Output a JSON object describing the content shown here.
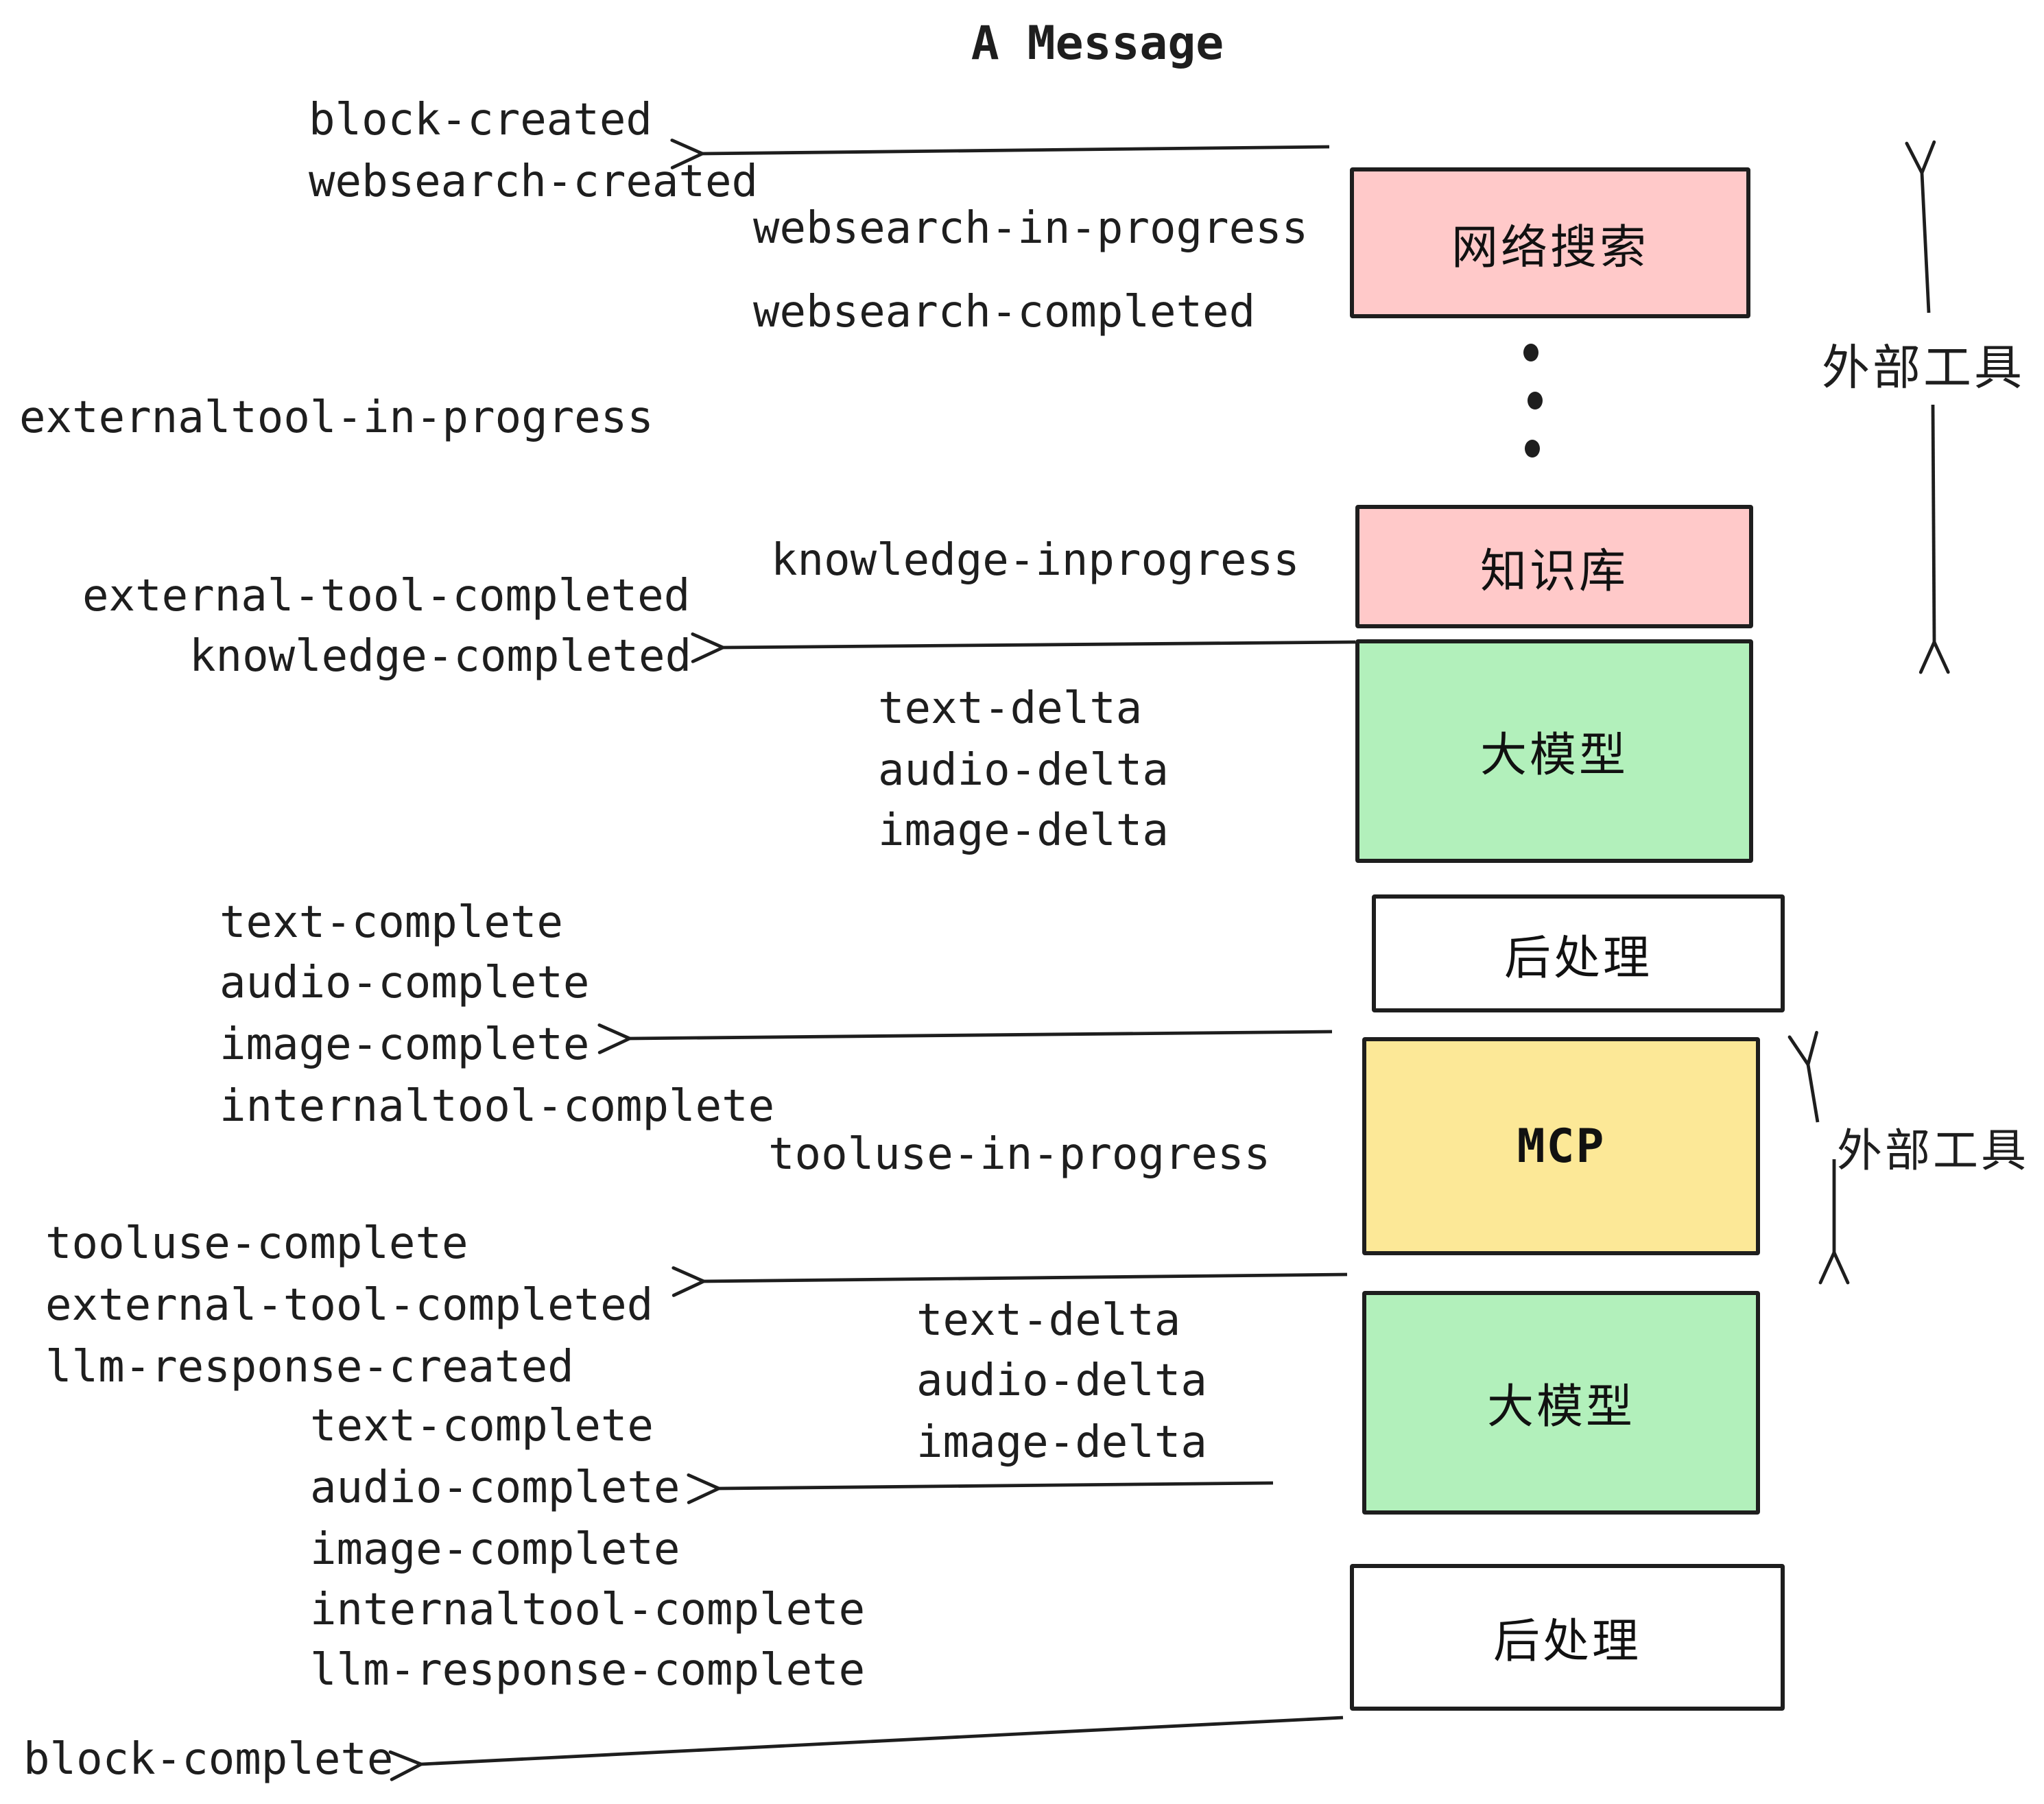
{
  "title": "A Message",
  "colors": {
    "ink": "#1e1e1e",
    "pink_fill": "#ffc9c9",
    "green_fill": "#b2f0bb",
    "yellow_fill": "#fce897",
    "white_fill": "#ffffff"
  },
  "boxes": [
    {
      "id": "websearch",
      "label": "网络搜索",
      "fill": "#ffc9c9"
    },
    {
      "id": "knowledge",
      "label": "知识库",
      "fill": "#ffc9c9"
    },
    {
      "id": "llm1",
      "label": "大模型",
      "fill": "#b2f0bb"
    },
    {
      "id": "post1",
      "label": "后处理",
      "fill": "#ffffff"
    },
    {
      "id": "mcp",
      "label": "MCP",
      "fill": "#fce897"
    },
    {
      "id": "llm2",
      "label": "大模型",
      "fill": "#b2f0bb"
    },
    {
      "id": "post2",
      "label": "后处理",
      "fill": "#ffffff"
    }
  ],
  "side_labels": [
    {
      "id": "external-tools-top",
      "text": "外部工具"
    },
    {
      "id": "external-tools-bottom",
      "text": "外部工具"
    }
  ],
  "events": {
    "block_created": "block-created",
    "websearch_created": "websearch-created",
    "websearch_in_progress": "websearch-in-progress",
    "websearch_completed": "websearch-completed",
    "externaltool_in_progress": "externaltool-in-progress",
    "knowledge_inprogress": "knowledge-inprogress",
    "external_tool_completed_1": "external-tool-completed",
    "knowledge_completed": "knowledge-completed",
    "text_delta_1": "text-delta",
    "audio_delta_1": "audio-delta",
    "image_delta_1": "image-delta",
    "text_complete_1": "text-complete",
    "audio_complete_1": "audio-complete",
    "image_complete_1": "image-complete",
    "internaltool_complete_1": "internaltool-complete",
    "tooluse_in_progress": "tooluse-in-progress",
    "tooluse_complete": "tooluse-complete",
    "external_tool_completed_2": "external-tool-completed",
    "llm_response_created": "llm-response-created",
    "text_delta_2": "text-delta",
    "audio_delta_2": "audio-delta",
    "image_delta_2": "image-delta",
    "text_complete_2": "text-complete",
    "audio_complete_2": "audio-complete",
    "image_complete_2": "image-complete",
    "internaltool_complete_2": "internaltool-complete",
    "llm_response_complete": "llm-response-complete",
    "block_complete": "block-complete"
  },
  "arrows": [
    {
      "name": "arrow-websearch-box-to-created-events",
      "direction": "left"
    },
    {
      "name": "arrow-llm1-to-knowledge-completed",
      "direction": "left"
    },
    {
      "name": "arrow-mcp-to-image-complete",
      "direction": "left"
    },
    {
      "name": "arrow-llm2-to-external-tool-completed",
      "direction": "left"
    },
    {
      "name": "arrow-llm2-to-audio-complete",
      "direction": "left"
    },
    {
      "name": "arrow-post2-to-block-complete",
      "direction": "left-down"
    },
    {
      "name": "external-tools-top-up-arrow",
      "direction": "up"
    },
    {
      "name": "external-tools-top-down-arrow",
      "direction": "down"
    },
    {
      "name": "external-tools-bottom-up-arrow",
      "direction": "up"
    },
    {
      "name": "external-tools-bottom-down-arrow",
      "direction": "down"
    }
  ]
}
